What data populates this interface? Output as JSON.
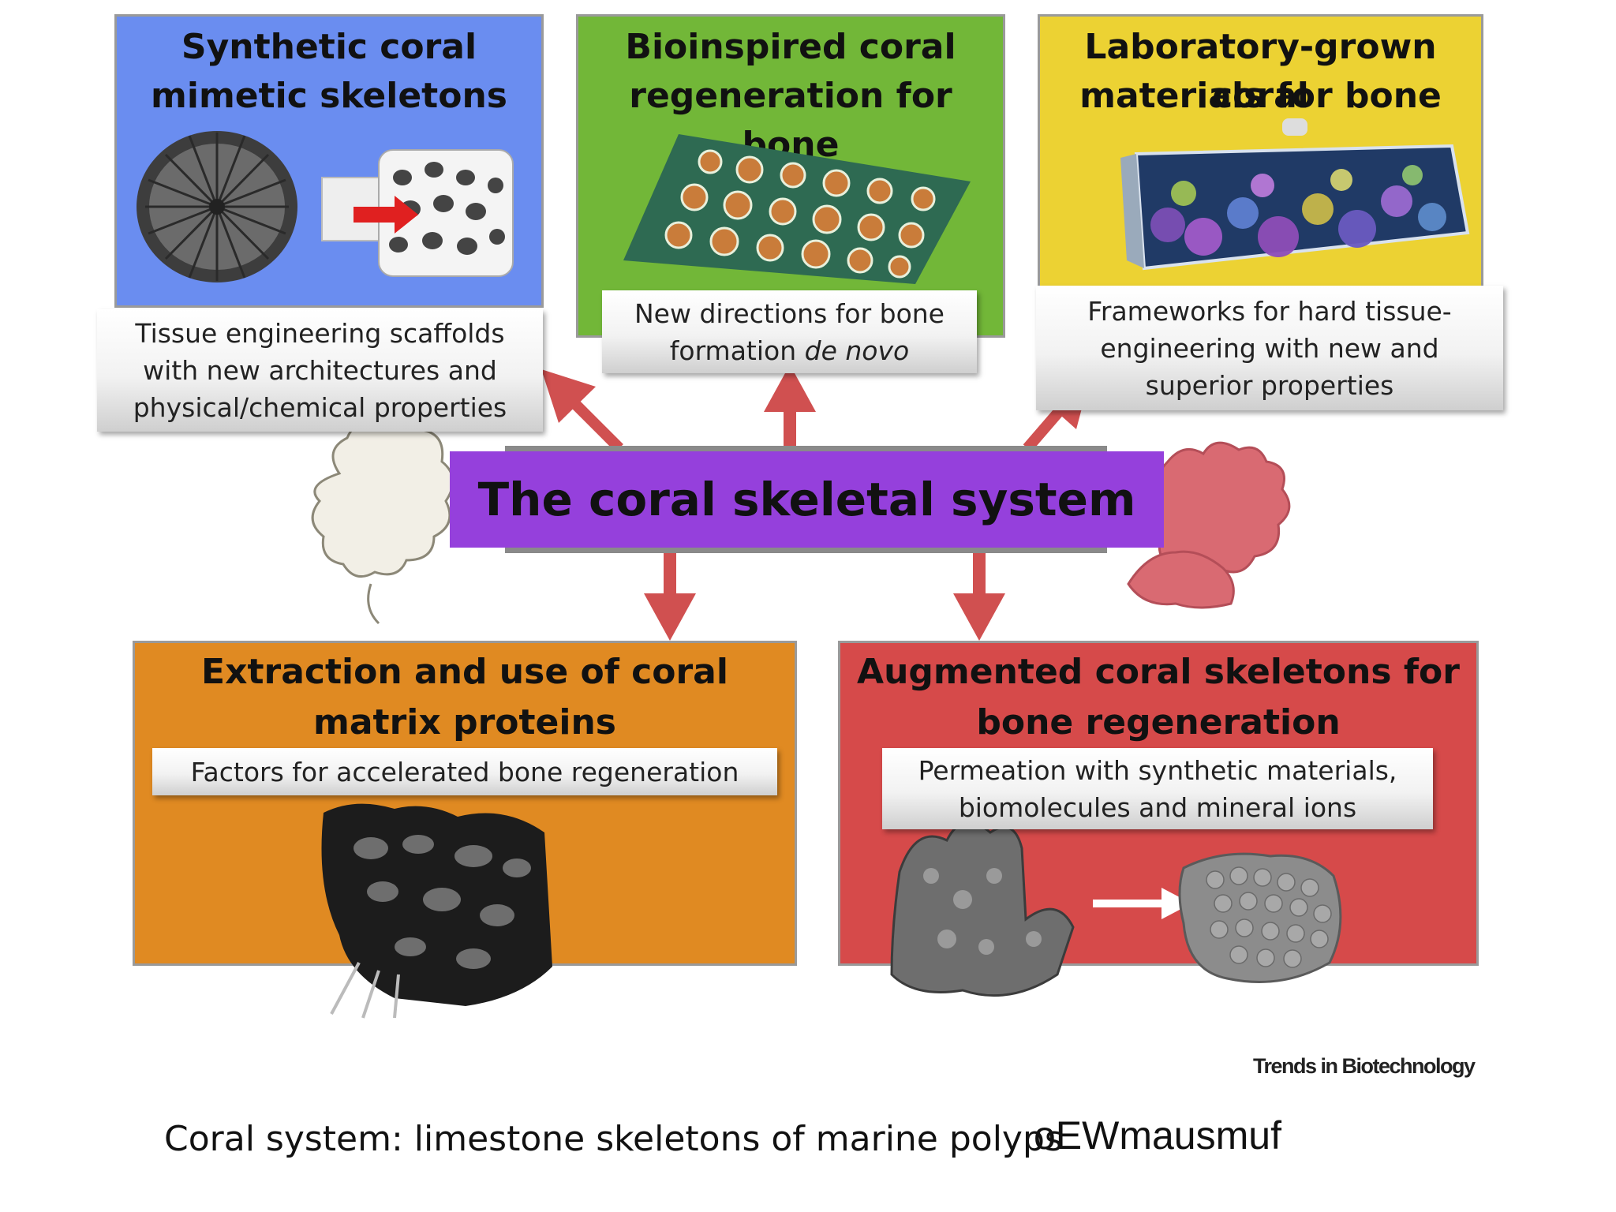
{
  "center": {
    "title": "The coral skeletal system"
  },
  "panels": [
    {
      "id": "synthetic",
      "title_lines": [
        "Synthetic coral",
        "mimetic skeletons"
      ],
      "color": "#6a8df0",
      "caption_lines": [
        "Tissue engineering scaffolds",
        "with new architectures and",
        "physical/chemical properties"
      ]
    },
    {
      "id": "bioinspired",
      "title_lines": [
        "Bioinspired coral",
        "regeneration for bone"
      ],
      "color": "#72b738",
      "caption_lines": [
        "New directions for bone",
        "formation de novo"
      ]
    },
    {
      "id": "lab-grown",
      "title_lines": [
        "Laboratory-grown coral",
        "materials for bone"
      ],
      "color": "#ecd233",
      "caption_lines": [
        "Frameworks for hard tissue-",
        "engineering with new and",
        "superior properties"
      ]
    },
    {
      "id": "extraction",
      "title_lines": [
        "Extraction and use of coral",
        "matrix proteins"
      ],
      "color": "#e08a22",
      "caption_lines": [
        "Factors for accelerated bone regeneration"
      ]
    },
    {
      "id": "augmented",
      "title_lines": [
        "Augmented coral skeletons for",
        "bone regeneration"
      ],
      "color": "#d64a4a",
      "caption_lines": [
        "Permeation with synthetic materials,",
        "biomolecules and mineral ions"
      ]
    }
  ],
  "colors": {
    "arrow": "#d05050",
    "center": "#9540dc"
  },
  "journal": "Trends in Biotechnology",
  "footer": {
    "caption": "Coral system: limestone skeletons of marine polyps",
    "code": "oEWmausmuf"
  }
}
